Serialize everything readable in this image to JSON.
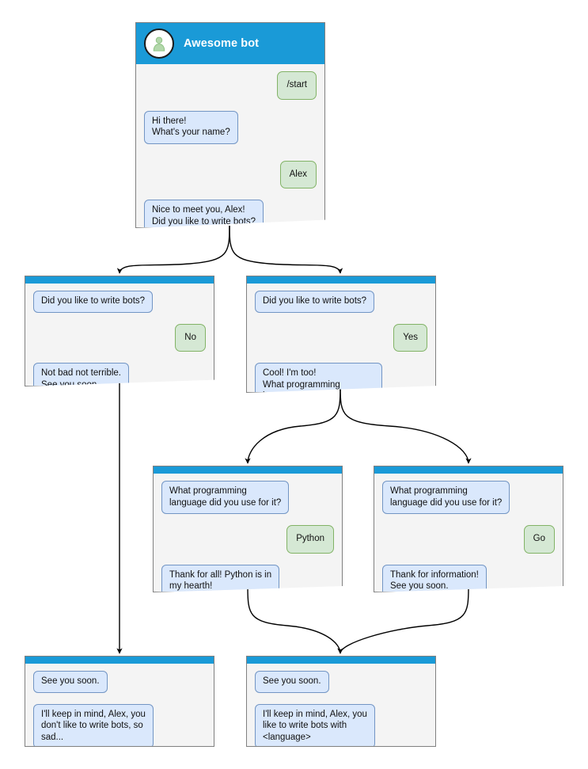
{
  "diagram": {
    "title": "Awesome bot chatbot conversation flow",
    "colors": {
      "header_blue": "#1a9ad7",
      "bot_bubble_fill": "#dae8fc",
      "bot_bubble_stroke": "#7295c4",
      "user_bubble_fill": "#d5e8d4",
      "user_bubble_stroke": "#82b366",
      "node_fill": "#f4f4f4",
      "node_stroke": "#808080",
      "avatar_green": "#b3d8ab",
      "edge_stroke": "#000000",
      "page_background": "#ffffff"
    }
  },
  "nodes": {
    "start": {
      "header_title": "Awesome bot",
      "avatar_icon": "user-avatar-icon",
      "messages": [
        {
          "side": "user",
          "text": "/start"
        },
        {
          "side": "bot",
          "text": "Hi there!\nWhat's your name?"
        },
        {
          "side": "user",
          "text": "Alex"
        },
        {
          "side": "bot",
          "text": "Nice to meet you, Alex!\nDid you like to write bots?"
        }
      ]
    },
    "no_branch": {
      "messages": [
        {
          "side": "bot",
          "text": "Did you like to write bots?"
        },
        {
          "side": "user",
          "text": "No"
        },
        {
          "side": "bot",
          "text": "Not bad not terrible.\nSee you soon."
        }
      ]
    },
    "yes_branch": {
      "messages": [
        {
          "side": "bot",
          "text": "Did you like to write bots?"
        },
        {
          "side": "user",
          "text": "Yes"
        },
        {
          "side": "bot",
          "text": "Cool! I'm too!\nWhat programming\nlanguage did you use for it?"
        }
      ]
    },
    "python_branch": {
      "messages": [
        {
          "side": "bot",
          "text": "What programming\nlanguage did you use for it?"
        },
        {
          "side": "user",
          "text": "Python"
        },
        {
          "side": "bot",
          "text": "Thank for all! Python is in\nmy hearth!\nSee you soon."
        }
      ]
    },
    "go_branch": {
      "messages": [
        {
          "side": "bot",
          "text": "What programming\nlanguage did you use for it?"
        },
        {
          "side": "user",
          "text": "Go"
        },
        {
          "side": "bot",
          "text": "Thank for information!\nSee you soon."
        }
      ]
    },
    "end_sad": {
      "messages": [
        {
          "side": "bot",
          "text": "See you soon."
        },
        {
          "side": "bot",
          "text": "I'll keep in mind, Alex, you\ndon't like to write bots, so\nsad..."
        }
      ]
    },
    "end_happy": {
      "messages": [
        {
          "side": "bot",
          "text": "See you soon."
        },
        {
          "side": "bot",
          "text": "I'll keep in mind, Alex, you\nlike to write bots with\n<language>"
        }
      ]
    }
  },
  "edges": [
    {
      "from": "start",
      "to": "no_branch",
      "style": "curved-arrow"
    },
    {
      "from": "start",
      "to": "yes_branch",
      "style": "curved-arrow"
    },
    {
      "from": "no_branch",
      "to": "end_sad",
      "style": "straight-arrow"
    },
    {
      "from": "yes_branch",
      "to": "python_branch",
      "style": "curved-arrow"
    },
    {
      "from": "yes_branch",
      "to": "go_branch",
      "style": "curved-arrow"
    },
    {
      "from": "python_branch",
      "to": "end_happy",
      "style": "curved-arrow"
    },
    {
      "from": "go_branch",
      "to": "end_happy",
      "style": "curved-arrow"
    }
  ]
}
